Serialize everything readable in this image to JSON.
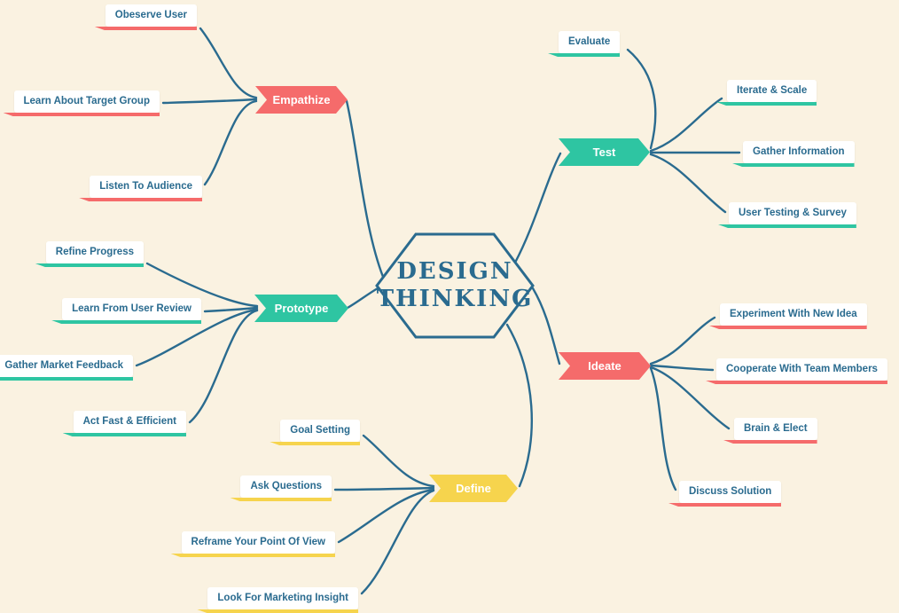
{
  "title": {
    "line1": "DESIGN",
    "line2": "THINKING"
  },
  "colors": {
    "background": "#FAF2E1",
    "line": "#2A6B8F",
    "text": "#2A6B8F",
    "red": "#F56B6B",
    "teal": "#2EC5A2",
    "yellow": "#F6D44D"
  },
  "branches": [
    {
      "label": "Empathize",
      "color": "#F56B6B",
      "children": [
        "Obeserve User",
        "Learn About Target Group",
        "Listen To Audience"
      ]
    },
    {
      "label": "Test",
      "color": "#2EC5A2",
      "children": [
        "Evaluate",
        "Iterate & Scale",
        "Gather Information",
        "User Testing & Survey"
      ]
    },
    {
      "label": "Prototype",
      "color": "#2EC5A2",
      "children": [
        "Refine Progress",
        "Learn From User Review",
        "Gather Market Feedback",
        "Act Fast  & Efficient"
      ]
    },
    {
      "label": "Ideate",
      "color": "#F56B6B",
      "children": [
        "Experiment With New  Idea",
        "Cooperate With Team Members",
        "Brain & Elect",
        "Discuss Solution"
      ]
    },
    {
      "label": "Define",
      "color": "#F6D44D",
      "children": [
        "Goal Setting",
        "Ask Questions",
        "Reframe Your Point Of View",
        "Look For Marketing Insight"
      ]
    }
  ]
}
